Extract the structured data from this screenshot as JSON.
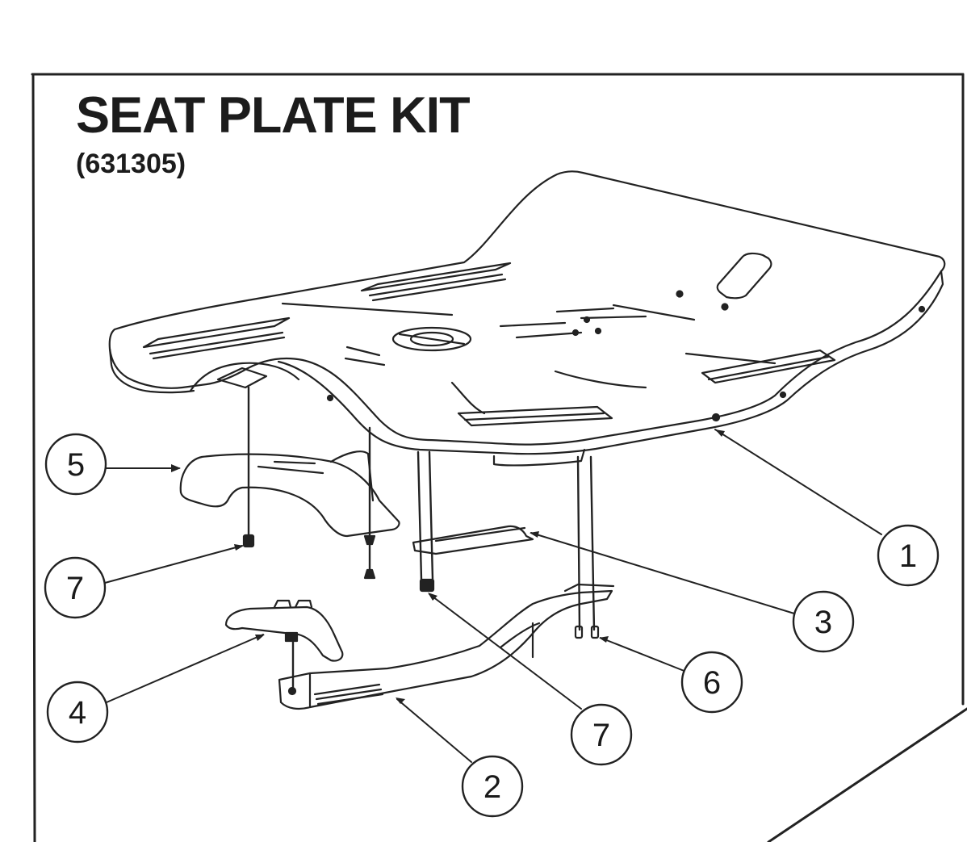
{
  "diagram": {
    "title": "SEAT PLATE KIT",
    "subtitle": "(631305)",
    "callouts": [
      {
        "id": "1",
        "label": "1"
      },
      {
        "id": "2",
        "label": "2"
      },
      {
        "id": "3",
        "label": "3"
      },
      {
        "id": "4",
        "label": "4"
      },
      {
        "id": "5",
        "label": "5"
      },
      {
        "id": "6",
        "label": "6"
      },
      {
        "id": "7a",
        "label": "7"
      },
      {
        "id": "7b",
        "label": "7"
      }
    ],
    "colors": {
      "line": "#222222",
      "background": "#ffffff"
    }
  }
}
